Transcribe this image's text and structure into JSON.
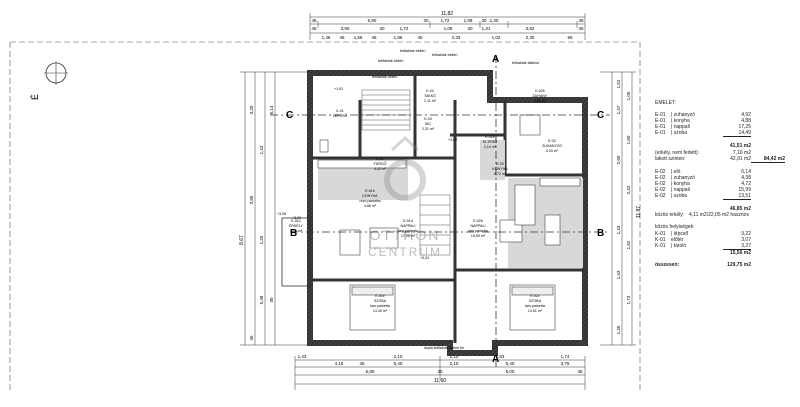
{
  "orientation_label": "É",
  "watermark": {
    "line1": "OTTHON",
    "line2": "CENTRUM"
  },
  "dimensions": {
    "top_total": "11,82",
    "top_row1": [
      "45",
      "6,80",
      "30",
      "1,72",
      "1,08",
      "30",
      "1,30",
      "45"
    ],
    "top_row2": [
      "45",
      "3,90",
      "30",
      "1,72",
      "1,08",
      "30",
      "1,31",
      "3,82",
      "45"
    ],
    "top_row3": [
      "1,46",
      "45",
      "1,55",
      "45",
      "1,86",
      "45",
      "2,33",
      "1,02",
      "2,30",
      "95"
    ],
    "bottom_row1": [
      "1,43",
      "2,10",
      "2,10",
      "1,83",
      "1,74"
    ],
    "bottom_row2": [
      "4,15",
      "45",
      "5,40",
      "2,10",
      "5,40",
      "3,75"
    ],
    "bottom_row3": [
      "5,80",
      "30",
      "5,00",
      "45"
    ],
    "bottom_total": "11,60",
    "left_total": "8,67",
    "left_parts": [
      "3,20",
      "1,43",
      "3,85",
      "1,25",
      "30",
      "6,14",
      "5,48",
      "45"
    ],
    "right_total": "11,87",
    "right_parts": [
      "1,52",
      "1,47",
      "1,05",
      "1,60",
      "2,60",
      "2,42",
      "1,43",
      "1,62",
      "1,43",
      "1,73",
      "1,25"
    ]
  },
  "sections": {
    "a": "A",
    "b": "B",
    "c": "C"
  },
  "annotations": {
    "tetoablak_1": "tetőablak beltéri",
    "tetoablak_2": "tetőablak beltéri",
    "tetoablak_3": "tetőablak beltéri",
    "tetoablak_4": "tetőablak beltéri",
    "tetoablak_right": "tetőablak falsíkot",
    "bottom_note": "dupla tetőablak beltéri tér",
    "level_top": "+1,51",
    "level_left": "+3,06",
    "level_left2": "+3,02",
    "level_mid": "+3,02",
    "level_mid2": "+3,02"
  },
  "rooms": [
    {
      "id": "K-01",
      "name": "LÉPCSŐ",
      "finish": "",
      "area": ""
    },
    {
      "id": "K-02",
      "name": "TAKKÓ",
      "finish": "",
      "area": "2,11 m²"
    },
    {
      "id": "K-03",
      "name": "WC",
      "finish": "",
      "area": "2,31 m²"
    },
    {
      "id": "K-02b",
      "name": "ZUHANY",
      "finish": "",
      "area": "2,60 m²"
    },
    {
      "id": "K-01b",
      "name": "ELTERŐ",
      "finish": "",
      "area": "2,14 m²"
    },
    {
      "id": "E-02",
      "name": "ZUHANYZÓ",
      "finish": "",
      "area": "4,20 m²"
    },
    {
      "id": "E-01",
      "name": "FÜRDŐ",
      "finish": "",
      "area": "4,42 m²"
    },
    {
      "id": "E-03",
      "name": "KONYHA",
      "finish": "",
      "area": "4,72 m²"
    },
    {
      "id": "E-01b",
      "name": "KONYHA",
      "finish": "hom.parketta",
      "area": "4,88 m²"
    },
    {
      "id": "E-01c",
      "name": "ERKÉLY",
      "finish": "",
      "area": "7,16 m²"
    },
    {
      "id": "E-01d",
      "name": "NAPPALI",
      "finish": "lam.parketta",
      "area": "17,25 m²"
    },
    {
      "id": "E-02b",
      "name": "NAPPALI",
      "finish": "lam.parketta",
      "area": "15,99 m²"
    },
    {
      "id": "E-01e",
      "name": "SZOBA",
      "finish": "lam.parketta",
      "area": "14,49 m²"
    },
    {
      "id": "E-02c",
      "name": "SZOBA",
      "finish": "lam.parketta",
      "area": "13,51 m²"
    }
  ],
  "area_list": {
    "title": "EMELET:",
    "group1": [
      {
        "code": "E-01",
        "name": "| zuhanyzó",
        "value": "4,92"
      },
      {
        "code": "E-01",
        "name": "| konyha",
        "value": "4,88"
      },
      {
        "code": "E-01",
        "name": "| nappali",
        "value": "17,25"
      },
      {
        "code": "E-01",
        "name": "| szoba",
        "value": "14,49"
      }
    ],
    "subtotal1": "41,51 m2",
    "erkely_label": "(erkély, nem fedett):",
    "erkely_value": "7,16 m2",
    "lakott1_label": "lakott szinten:",
    "lakott1_value": "42,91 m2",
    "lakott1_total": "84,42 m2",
    "group2": [
      {
        "code": "E-02",
        "name": "| eló",
        "value": "6,14"
      },
      {
        "code": "E-02",
        "name": "| zuhanyzó",
        "value": "4,38"
      },
      {
        "code": "E-02",
        "name": "| konyha",
        "value": "4,72"
      },
      {
        "code": "E-02",
        "name": "| nappali",
        "value": "15,99"
      },
      {
        "code": "E-02",
        "name": "| szoba",
        "value": "13,51"
      }
    ],
    "subtotal2": "46,85 m2",
    "kozos_label": "közös erkély:",
    "kozos_value": "4,11 m2/22,05 m2 hasznos",
    "kozlek_title": "közös helyiségek:",
    "group3": [
      {
        "code": "K-01",
        "name": "| lépcső",
        "value": "9,22"
      },
      {
        "code": "K-01",
        "name": "  előtér",
        "value": "3,07"
      },
      {
        "code": "K-01",
        "name": "| tároló",
        "value": "3,27"
      }
    ],
    "subtotal3": "15,56 m2",
    "total_label": "összesen:",
    "total_value": "129,75 m2"
  }
}
